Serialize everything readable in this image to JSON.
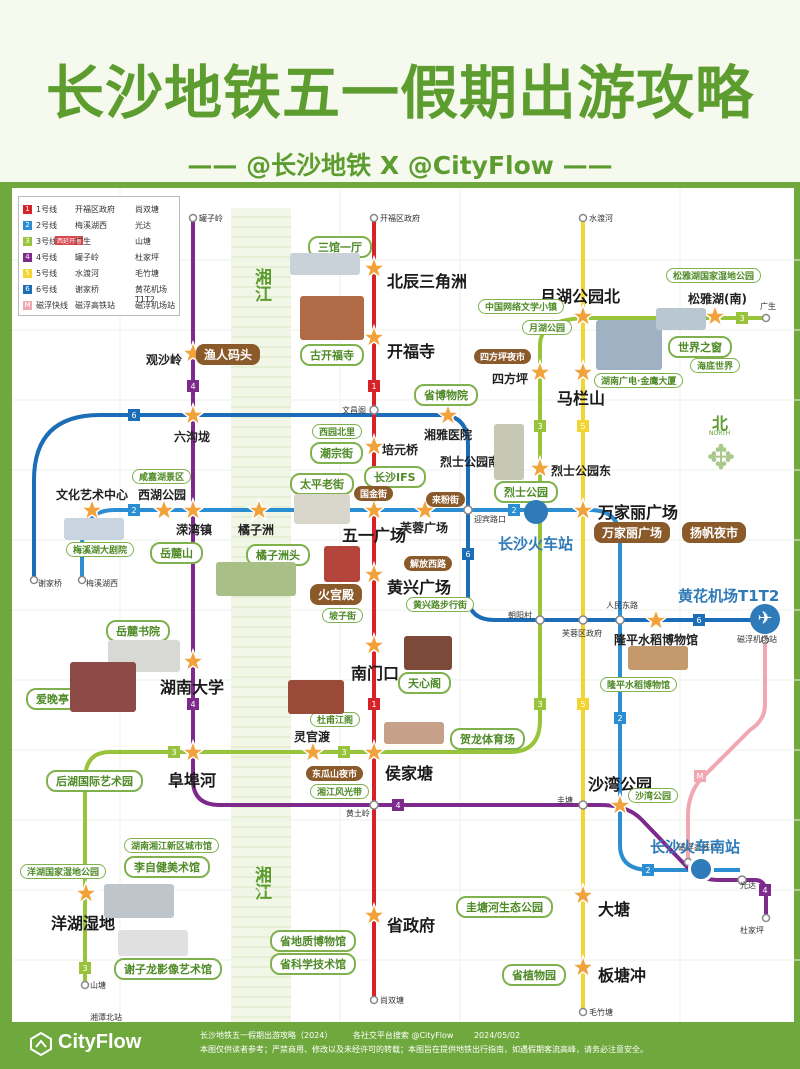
{
  "header": {
    "title": "长沙地铁五一假期出游攻略",
    "subtitle": "—— @长沙地铁 X @CityFlow ——"
  },
  "legend": {
    "rows": [
      {
        "line": "1号线",
        "from": "开福区政府",
        "to": "尚双塘",
        "color": "#d6232a",
        "num": "1"
      },
      {
        "line": "2号线",
        "from": "梅溪湖西",
        "to": "光达",
        "color": "#2c8ed2",
        "num": "2"
      },
      {
        "line": "3号线",
        "from": "广生",
        "to": "山塘",
        "color": "#9ac33c",
        "num": "3",
        "tag": "西延开通"
      },
      {
        "line": "4号线",
        "from": "罐子岭",
        "to": "杜家坪",
        "color": "#7d2a8c",
        "num": "4"
      },
      {
        "line": "5号线",
        "from": "水渡河",
        "to": "毛竹塘",
        "color": "#f4d430",
        "num": "5"
      },
      {
        "line": "6号线",
        "from": "谢家桥",
        "to": "黄花机场T1T2",
        "color": "#1a6db6",
        "num": "6"
      },
      {
        "line": "磁浮快线",
        "from": "磁浮高铁站",
        "to": "磁浮机场站",
        "color": "#f1a7b2",
        "num": "M"
      }
    ]
  },
  "colors": {
    "line1": "#d6232a",
    "line2": "#2c8ed2",
    "line3": "#9ac33c",
    "line4": "#7d2a8c",
    "line5": "#f4d430",
    "line6": "#1a6db6",
    "maglev": "#f1a7b2",
    "brand": "#6fa83c"
  },
  "river": {
    "name_top": "湘江",
    "name_bottom": "湘江"
  },
  "termini": {
    "guanziling": "罐子岭",
    "kaifuqu": "开福区政府",
    "shuiduhe": "水渡河",
    "guangsheng": "广生",
    "xiejiaqiao": "谢家桥",
    "meixihuxi": "梅溪湖西",
    "citie_airport": "磁浮机场站",
    "shangshuangtang": "尚双塘",
    "maozhutang": "毛竹塘",
    "shantang": "山塘",
    "xiangjiangbei": "湘潭北站",
    "dujiaping": "杜家坪",
    "guangda": "光达",
    "citie_hsr": "磁浮高铁站"
  },
  "stations": {
    "beichen": "北辰三角洲",
    "kaifusi": "开福寺",
    "guanshaling": "观沙岭",
    "liugoulong": "六沟垅",
    "wenhua": "文化艺术中心",
    "xihu": "西湖公园",
    "liwan": "溁湾镇",
    "juzizhou": "橘子洲",
    "wuyi": "五一广场",
    "furong": "芙蓉广场",
    "huangxing": "黄兴广场",
    "nanmenkou": "南门口",
    "hunan_univ": "湖南大学",
    "lingguandu": "灵官渡",
    "fubuhe": "阜埠河",
    "houjiatang": "侯家塘",
    "yanghu": "洋湖湿地",
    "shengzhengfu": "省政府",
    "xiangya": "湘雅医院",
    "peiyuanqiao": "培元桥",
    "yuehu": "月湖公园北",
    "sifangping": "四方坪",
    "malanshan": "马栏山",
    "lieshi_s": "烈士公园南",
    "lieshi_e": "烈士公园东",
    "wanjiali": "万家丽广场",
    "cs_station": "长沙火车站",
    "longping": "隆平水稻博物馆",
    "airport": "黄花机场T1T2",
    "shawan": "沙湾公园",
    "cs_south": "长沙火车南站",
    "datang": "大塘",
    "bantangchong": "板塘冲",
    "songyahu": "松雅湖(南)",
    "wenchangge": "文昌阁",
    "yingbin": "迎宾路口",
    "chaoyang": "朝阳村",
    "renmin": "人民东路",
    "furongqu": "芙蓉区政府",
    "huangtuling": "黄土岭",
    "guitang": "圭塘",
    "shuangta": "山塘"
  },
  "tags": {
    "sanguan": "三馆一厅",
    "gukai": "古开福寺",
    "yuren": "渔人码头",
    "shengbo": "省博物院",
    "xiyuan": "西园北里",
    "chaozong": "潮宗街",
    "cs_ifs": "长沙IFS",
    "taiping": "太平老街",
    "guojin": "国金街",
    "laifen": "来粉街",
    "xianhu": "咸嘉湖景区",
    "meixihu_th": "梅溪湖大剧院",
    "yuelu": "岳麓山",
    "juzizhou_t": "橘子洲头",
    "jiefang": "解放西路",
    "huogong": "火宫殿",
    "pozi": "坡子街",
    "huangxing_walk": "黄兴路步行街",
    "yuelu_sy": "岳麓书院",
    "aiwan": "爱晚亭",
    "tianxin": "天心阁",
    "duzhu": "杜甫江阁",
    "helong": "贺龙体育场",
    "donggua": "东瓜山夜市",
    "xiangtan_fg": "湘江风光带",
    "houhu": "后湖国际艺术园",
    "xiangjiang_new": "湖南湘江新区城市馆",
    "lizijian": "李自健美术馆",
    "yanghu_park": "洋湖国家湿地公园",
    "dizhi": "省地质博物馆",
    "xie_ziyong": "谢子龙影像艺术馆",
    "kexue": "省科学技术馆",
    "zhongguo_wx": "中国网络文学小镇",
    "yuehu_park": "月湖公园",
    "sifang_night": "四方坪夜市",
    "shijie": "世界之窗",
    "haidi": "海底世界",
    "guangdian": "湖南广电·金鹰大厦",
    "songya_park": "松雅湖国家湿地公园",
    "lieshi_park": "烈士公园",
    "wanjiali_t": "万家丽广场",
    "yangfan": "扬帆夜市",
    "longping_t": "隆平水稻博物馆",
    "shawan_t": "沙湾公园",
    "zhuma": "圭塘河生态公园",
    "zhiwuyuan": "省植物园"
  },
  "compass": {
    "cn": "北",
    "en": "NORTH"
  },
  "footer": {
    "brand": "CityFlow",
    "note1": "长沙地铁五一假期出游攻略（2024）",
    "note1b": "各社交平台搜索 @CityFlow",
    "note1c": "2024/05/02",
    "note2": "本图仅供读者参考；严禁商用、修改以及未经许可的转载；本图旨在提供地铁出行指南，如遇假期客流高峰，请务必注意安全。"
  }
}
